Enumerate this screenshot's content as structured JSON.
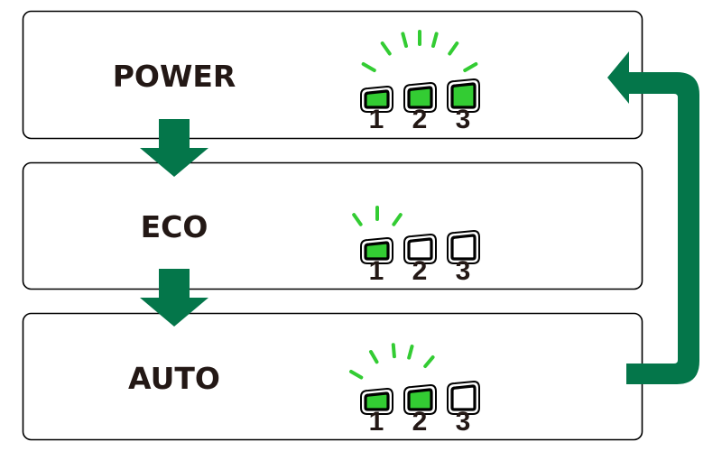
{
  "colors": {
    "arrow": "#04764a",
    "led_on": "#33cc33",
    "glow": "#33cc33",
    "outline": "#000000",
    "text": "#231815"
  },
  "modes": [
    {
      "label": "POWER",
      "leds": [
        {
          "number": "1",
          "on": true
        },
        {
          "number": "2",
          "on": true
        },
        {
          "number": "3",
          "on": true
        }
      ]
    },
    {
      "label": "ECO",
      "leds": [
        {
          "number": "1",
          "on": true
        },
        {
          "number": "2",
          "on": false
        },
        {
          "number": "3",
          "on": false
        }
      ]
    },
    {
      "label": "AUTO",
      "leds": [
        {
          "number": "1",
          "on": true
        },
        {
          "number": "2",
          "on": true
        },
        {
          "number": "3",
          "on": false
        }
      ]
    }
  ],
  "arrows": {
    "down": [
      "down-arrow-icon",
      "down-arrow-icon"
    ],
    "return": "return-arrow-icon"
  }
}
